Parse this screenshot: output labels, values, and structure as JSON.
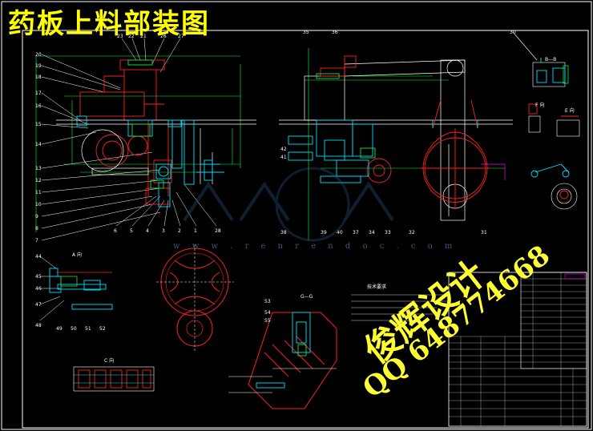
{
  "title": "药板上料部装图",
  "signature": {
    "line1": "俊辉设计",
    "line2": "QQ 648774668"
  },
  "watermark": "w w w . r e n r e n d o c . c o m",
  "colors": {
    "background": "#000000",
    "frame": "#ffffff",
    "title": "#ffff00",
    "part_red": "#ff2020",
    "part_cyan": "#00e0ff",
    "part_green": "#20e040",
    "dimension": "#00ff40",
    "centerline": "#ffffff",
    "accent_magenta": "#ff00ff",
    "watermark": "#2a4a6a"
  },
  "icons": [
    "front-view",
    "side-view",
    "detail-views",
    "cam-disc",
    "section-view",
    "title-block"
  ]
}
